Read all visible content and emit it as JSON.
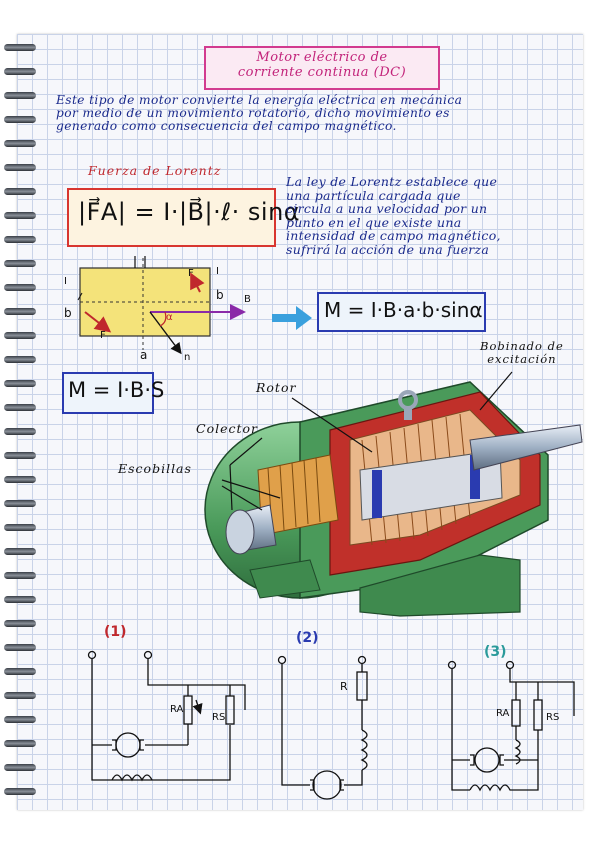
{
  "title": {
    "line1": "Motor eléctrico de",
    "line2": "corriente continua (DC)"
  },
  "intro": [
    "Este tipo de motor convierte la energía eléctrica en mecánica",
    "por medio de un movimiento rotatorio, dicho movimiento es",
    "generado como consecuencia del campo magnético."
  ],
  "lorentz": {
    "heading": "Fuerza de Lorentz",
    "formula": "|F⃗A| = I·|B⃗|·ℓ· sinα",
    "description": [
      "La ley de Lorentz establece que",
      "una partícula cargada que",
      "circula a una velocidad  por un",
      "punto en el que existe una",
      "intensidad de campo magnético,",
      " sufrirá la acción de una fuerza"
    ]
  },
  "loop_diagram": {
    "labels": {
      "I_left": "I",
      "b_left": "b",
      "F_bottom": "F",
      "F_top": "F",
      "I_right": "I",
      "b_right": "b",
      "B": "B",
      "alpha": "α",
      "a": "a",
      "n": "n"
    }
  },
  "torque": {
    "formula_ab": "M = I·B·a·b·sinα",
    "formula_bs": "M = I·B·S"
  },
  "motor_labels": {
    "excitation": [
      "Bobinado de",
      "excitación"
    ],
    "rotor": "Rotor",
    "collector": "Colector",
    "brushes": "Escobillas"
  },
  "circuits": [
    {
      "number": "(1)",
      "resistors": [
        "RA",
        "RS"
      ]
    },
    {
      "number": "(2)",
      "resistors": [
        "R"
      ]
    },
    {
      "number": "(3)",
      "resistors": [
        "RA",
        "RS"
      ]
    }
  ],
  "colors": {
    "title": "#c2237a",
    "text_blue": "#1a2a8c",
    "heading_red": "#c0282d",
    "formula_border": "#d8352f",
    "box_blue": "#2a3bb0",
    "motor_green": "#4a9a5a",
    "motor_red": "#c0302a"
  }
}
